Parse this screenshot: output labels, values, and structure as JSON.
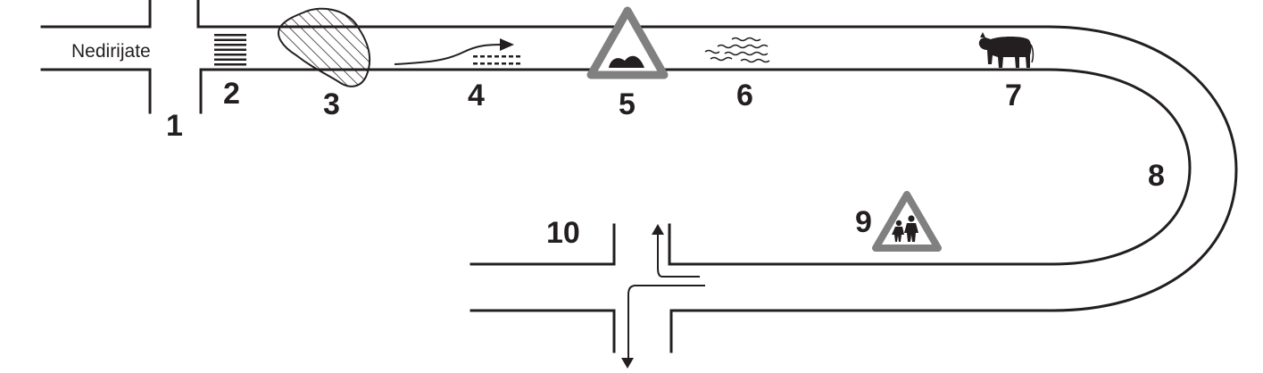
{
  "street_label": "Nedirijate",
  "markers": [
    "1",
    "2",
    "3",
    "4",
    "5",
    "6",
    "7",
    "8",
    "9",
    "10"
  ],
  "colors": {
    "road": "#231f20",
    "sign_border": "#808080",
    "background": "#ffffff"
  },
  "icons": [
    "crosswalk-icon",
    "pothole-icon",
    "merge-arrow-icon",
    "uneven-road-sign-icon",
    "loose-gravel-icon",
    "cow-icon",
    "children-crossing-sign-icon",
    "turn-arrow-icon"
  ]
}
